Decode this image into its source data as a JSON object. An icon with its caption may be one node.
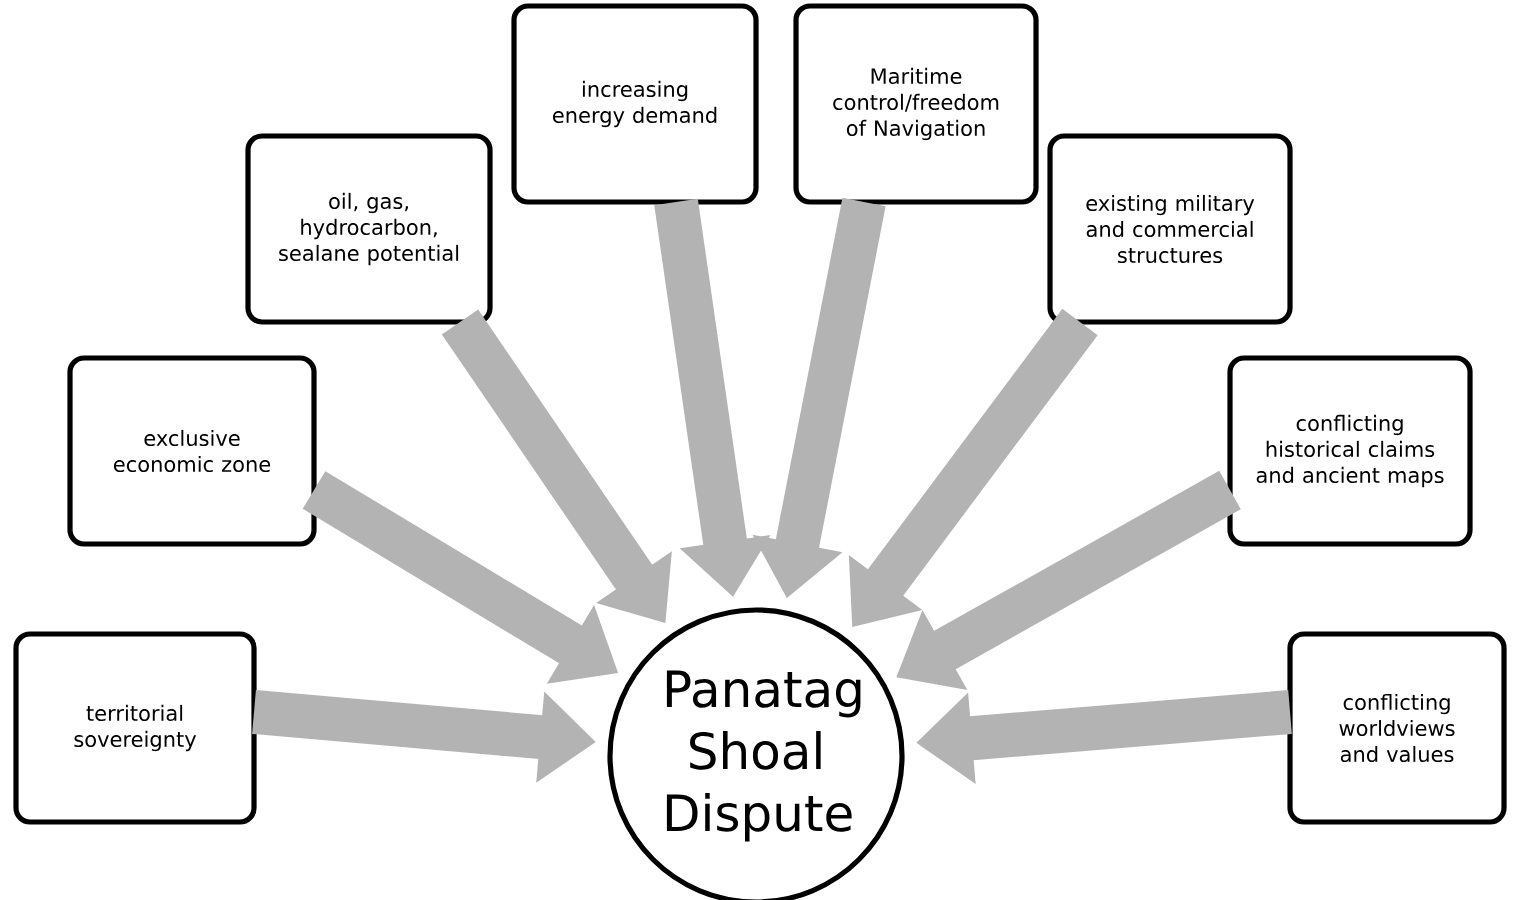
{
  "diagram": {
    "nodes": [
      {
        "text": [
          "territorial sovereignty"
        ]
      },
      {
        "text": [
          "exclusive economic zone"
        ]
      },
      {
        "text": [
          "oil, gas, hydrocarbon, sealane potential"
        ]
      },
      {
        "text": [
          "increasing energy demand"
        ]
      },
      {
        "text": [
          "Maritime control/freedom of Navigation"
        ]
      },
      {
        "text": [
          "existing military and commercial structures"
        ]
      },
      {
        "text": [
          "conflicting historical claims and ancient maps"
        ]
      },
      {
        "text": [
          "conflicting worldviews and values"
        ]
      },
      {
        "text": [
          "Panatag Shoal Dispute"
        ]
      }
    ],
    "edges": [
      {
        "from": 0,
        "to": 8,
        "arrow": "to"
      },
      {
        "from": 1,
        "to": 8,
        "arrow": "to"
      },
      {
        "from": 2,
        "to": 8,
        "arrow": "to"
      },
      {
        "from": 3,
        "to": 8,
        "arrow": "to"
      },
      {
        "from": 4,
        "to": 8,
        "arrow": "to"
      },
      {
        "from": 5,
        "to": 8,
        "arrow": "to"
      },
      {
        "from": 6,
        "to": 8,
        "arrow": "to"
      },
      {
        "from": 7,
        "to": 8,
        "arrow": "to"
      }
    ]
  }
}
